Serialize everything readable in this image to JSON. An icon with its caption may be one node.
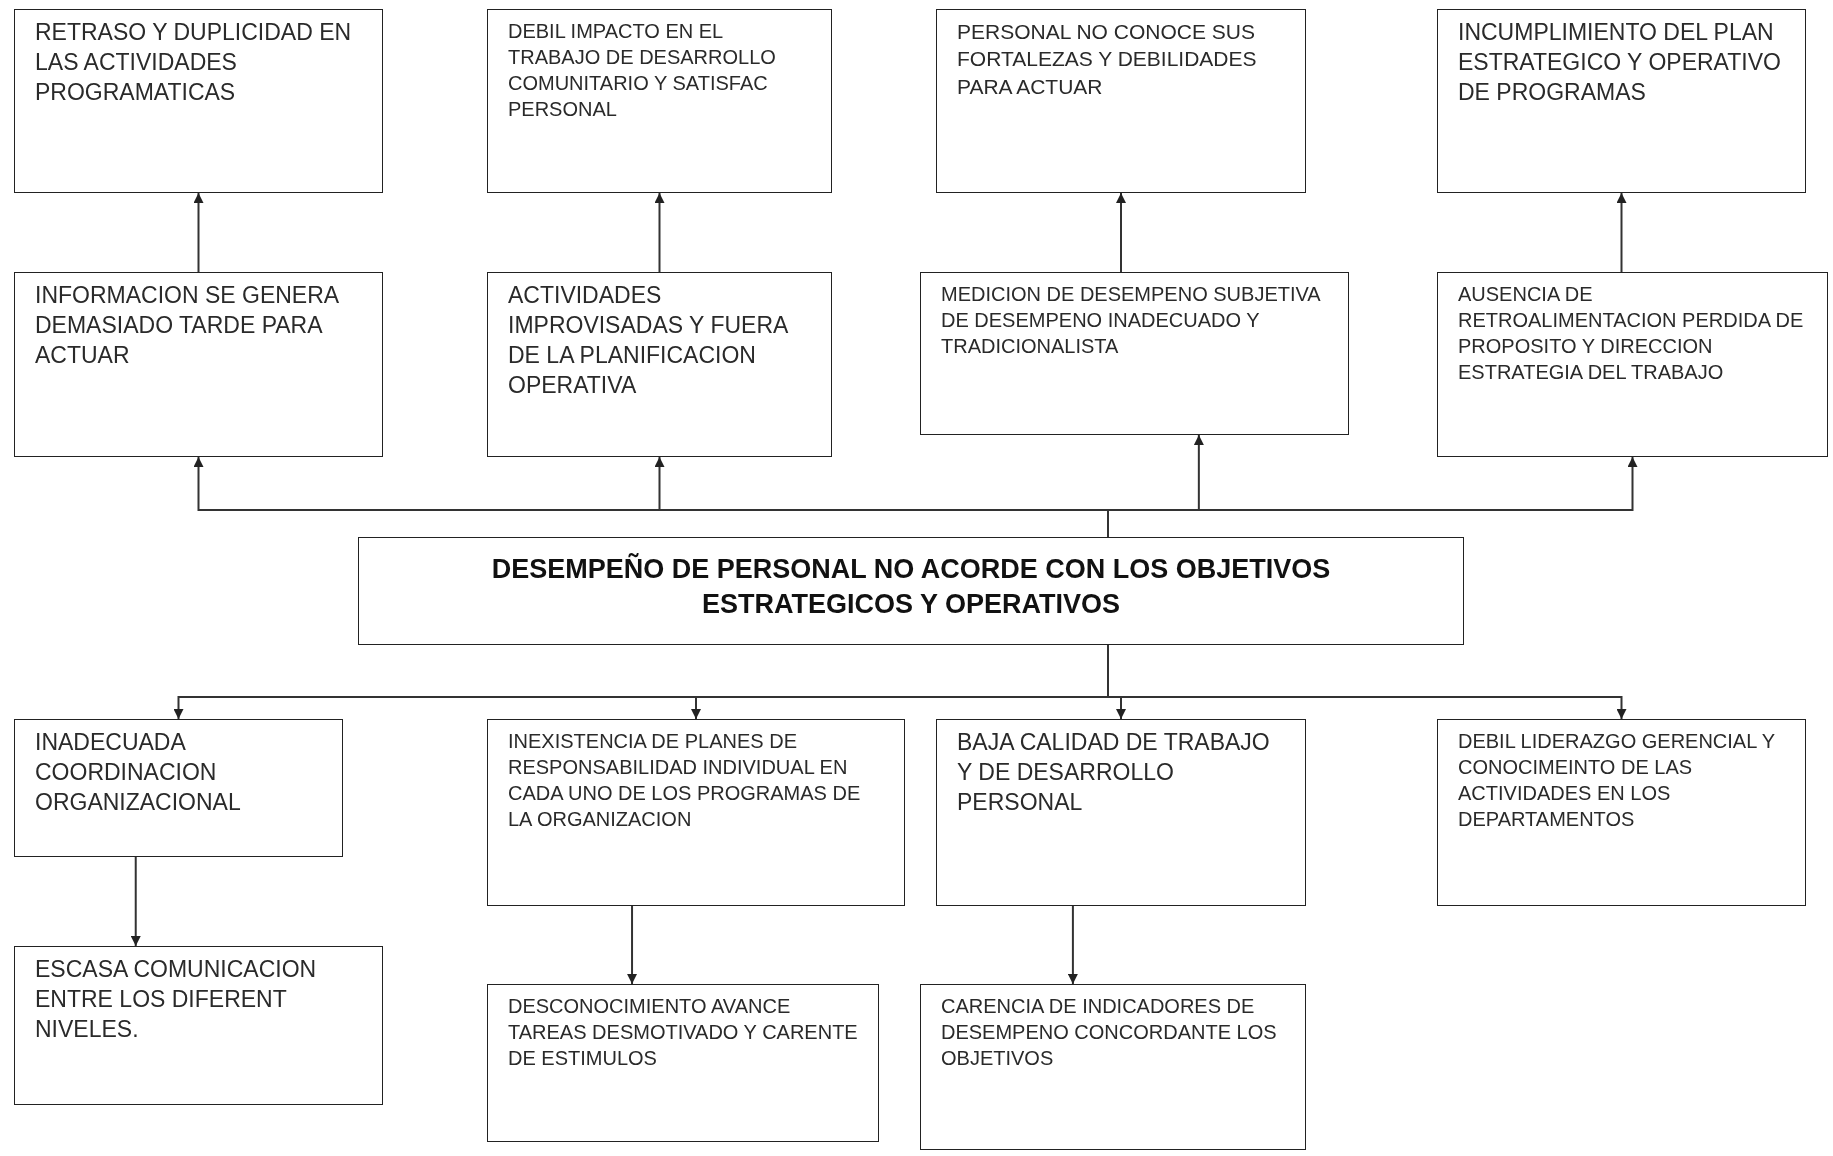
{
  "diagram": {
    "nodes": [
      {
        "text": [
          "RETRASO Y DUPLICIDAD EN LAS ACTIVIDADES PROGRAMATICAS"
        ]
      },
      {
        "text": [
          "DEBIL IMPACTO EN EL TRABAJO DE DESARROLLO COMUNITARIO Y SATISFAC PERSONAL"
        ]
      },
      {
        "text": [
          "PERSONAL NO CONOCE SUS FORTALEZAS Y DEBILIDADES PARA ACTUAR"
        ]
      },
      {
        "text": [
          "INCUMPLIMIENTO DEL PLAN ESTRATEGICO Y OPERATIVO DE PROGRAMAS"
        ]
      },
      {
        "text": [
          "INFORMACION SE GENERA DEMASIADO TARDE PARA ACTUAR"
        ]
      },
      {
        "text": [
          "ACTIVIDADES IMPROVISADAS Y FUERA DE LA PLANIFICACION OPERATIVA"
        ]
      },
      {
        "text": [
          "MEDICION DE DESEMPENO SUBJETIVA DE DESEMPENO INADECUADO Y TRADICIONALISTA"
        ]
      },
      {
        "text": [
          "AUSENCIA DE RETROALIMENTACION PERDIDA DE PROPOSITO Y DIRECCION ESTRATEGIA DEL TRABAJO"
        ]
      },
      {
        "text": [
          "DESEMPEÑO DE PERSONAL NO ACORDE CON LOS OBJETIVOS ESTRATEGICOS Y OPERATIVOS"
        ]
      },
      {
        "text": [
          "INADECUADA COORDINACION ORGANIZACIONAL"
        ]
      },
      {
        "text": [
          "INEXISTENCIA DE PLANES DE RESPONSABILIDAD INDIVIDUAL EN CADA UNO DE LOS PROGRAMAS DE LA ORGANIZACION"
        ]
      },
      {
        "text": [
          "BAJA CALIDAD DE TRABAJO Y DE DESARROLLO PERSONAL"
        ]
      },
      {
        "text": [
          "DEBIL LIDERAZGO GERENCIAL Y CONOCIMEINTO DE LAS ACTIVIDADES EN LOS DEPARTAMENTOS"
        ]
      },
      {
        "text": [
          "ESCASA COMUNICACION ENTRE LOS DIFERENT NIVELES."
        ]
      },
      {
        "text": [
          "DESCONOCIMIENTO AVANCE TAREAS DESMOTIVADO Y CARENTE DE ESTIMULOS"
        ]
      },
      {
        "text": [
          "CARENCIA DE INDICADORES DE DESEMPENO CONCORDANTE LOS OBJETIVOS"
        ]
      }
    ],
    "edges": [
      {
        "from": 4,
        "to": 0,
        "arrow": "to"
      },
      {
        "from": 5,
        "to": 1,
        "arrow": "to"
      },
      {
        "from": 6,
        "to": 2,
        "arrow": "to"
      },
      {
        "from": 7,
        "to": 3,
        "arrow": "to"
      },
      {
        "from": 8,
        "to": 4,
        "arrow": "to"
      },
      {
        "from": 8,
        "to": 5,
        "arrow": "to"
      },
      {
        "from": 8,
        "to": 6,
        "arrow": "to"
      },
      {
        "from": 8,
        "to": 7,
        "arrow": "to"
      },
      {
        "from": 8,
        "to": 9,
        "arrow": "to"
      },
      {
        "from": 8,
        "to": 10,
        "arrow": "to"
      },
      {
        "from": 8,
        "to": 11,
        "arrow": "to"
      },
      {
        "from": 8,
        "to": 12,
        "arrow": "to"
      },
      {
        "from": 9,
        "to": 13,
        "arrow": "to"
      },
      {
        "from": 10,
        "to": 14,
        "arrow": "to"
      },
      {
        "from": 11,
        "to": 15,
        "arrow": "to"
      }
    ]
  }
}
